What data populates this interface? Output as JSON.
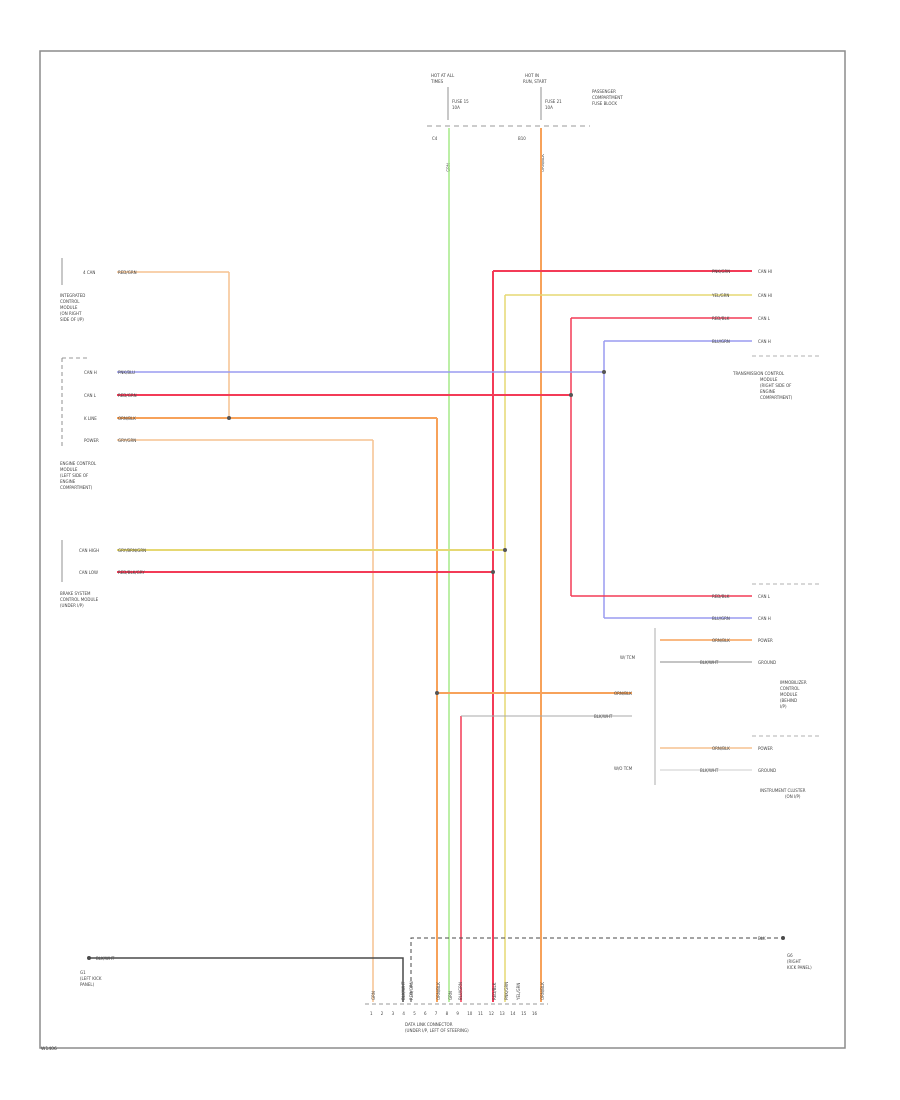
{
  "diagram": {
    "frame_code": "W1406",
    "fuse_block": {
      "left_head": [
        "HOT AT ALL",
        "TIMES"
      ],
      "right_head": [
        "HOT IN",
        "RUN, START"
      ],
      "fuse_left": [
        "FUSE 15",
        "10A"
      ],
      "fuse_right": [
        "FUSE 21",
        "10A"
      ],
      "panel_name": [
        "PASSENGER",
        "COMPARTMENT",
        "FUSE BLOCK"
      ],
      "pin_left": "C4",
      "pin_right": "B10",
      "wire_left": "GRN",
      "wire_right": "ORN/BLK"
    },
    "left_components": [
      {
        "name": [
          "INTEGRATED",
          "CONTROL",
          "MODULE",
          "(ON RIGHT",
          "SIDE OF I/P)"
        ],
        "pins": [
          "4 CAN"
        ]
      },
      {
        "name": [
          "ENGINE CONTROL",
          "MODULE",
          "(LEFT SIDE OF",
          "ENGINE",
          "COMPARTMENT)"
        ],
        "pins": [
          "CAN H",
          "CAN L",
          "K LINE",
          "POWER"
        ]
      },
      {
        "name": [
          "BRAKE SYSTEM",
          "CONTROL MODULE",
          "(UNDER I/P)"
        ],
        "pins": [
          "CAN HIGH",
          "CAN LOW"
        ]
      }
    ],
    "left_wires": [
      "RED/GRN",
      "PNK/BLU",
      "RED/GRN",
      "ORN/BLK",
      "GRY/GRN",
      "GRY/BRN/GRN",
      "RED/BLK/GRY"
    ],
    "right_components": [
      {
        "name": [
          "TRANSMISSION CONTROL",
          "MODULE",
          "(RIGHT SIDE OF",
          "ENGINE",
          "COMPARTMENT)"
        ],
        "pins": [
          "CAN HI",
          "CAN HI",
          "CAN L",
          "CAN H"
        ],
        "wires": [
          "PNK/GRN",
          "YEL/GRN",
          "RED/BLK",
          "BLU/GRN"
        ]
      },
      {
        "name": [
          "IMMOBILIZER",
          "CONTROL",
          "MODULE",
          "(BEHIND",
          "I/P)"
        ],
        "pins": [
          "CAN L",
          "CAN H",
          "POWER",
          "GROUND"
        ],
        "wires": [
          "RED/BLK",
          "BLU/GRN",
          "ORN/BLK",
          "BLK/WHT"
        ]
      },
      {
        "name": [
          "INSTRUMENT CLUSTER",
          "(ON I/P)"
        ],
        "pins": [
          "POWER",
          "GROUND"
        ],
        "wires": [
          "ORN/BLK",
          "BLK/WHT"
        ]
      }
    ],
    "connector": {
      "name": [
        "DATA LINK CONNECTOR",
        "(UNDER I/P, LEFT OF STEERING)"
      ],
      "pins": [
        "1",
        "2",
        "3",
        "4",
        "5",
        "6",
        "7",
        "8",
        "9",
        "10",
        "11",
        "12",
        "13",
        "14",
        "15",
        "16"
      ],
      "wires": [
        "GRN",
        "BLK/WHT",
        "RED/GRN",
        "ORN/BLK",
        "GRN",
        "BLU/GRN",
        "RED/BLK",
        "PNK/GRN",
        "YEL/GRN",
        "ORN/BLK"
      ]
    },
    "grounds": {
      "left": [
        "G1",
        "(LEFT KICK",
        "PANEL)"
      ],
      "left_wire": "BLK/WHT",
      "right": [
        "G6",
        "(RIGHT",
        "KICK PANEL)"
      ],
      "right_wire": "BLK"
    },
    "side_tags": [
      "W/ TCM",
      "W/O TCM"
    ],
    "colors": {
      "red": "#f33b57",
      "orange": "#f7a25a",
      "light_orange": "#f5c290",
      "yellow": "#e6d873",
      "blue": "#9a9cf0",
      "green": "#a6ea88",
      "gray": "#8a8a8a",
      "black": "#4a4a4a",
      "frame": "#8c8c8c"
    }
  }
}
